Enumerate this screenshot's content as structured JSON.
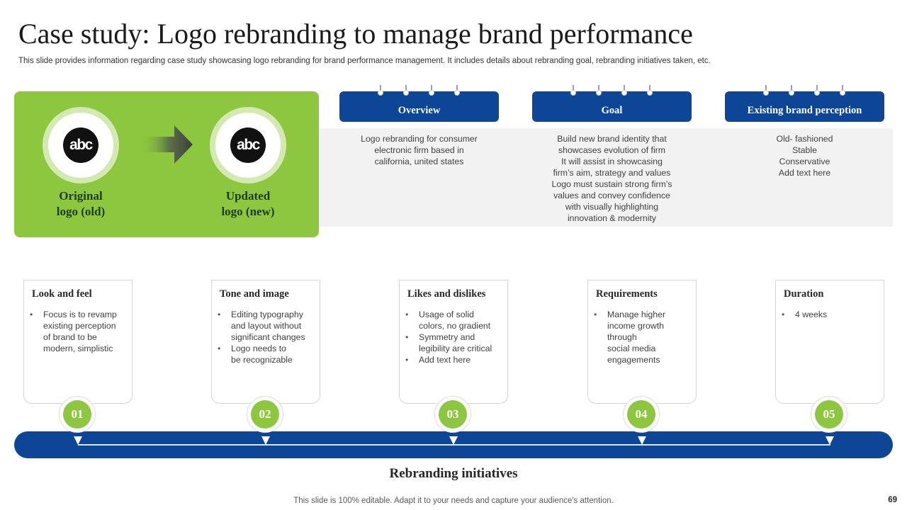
{
  "slide": {
    "title": "Case study: Logo rebranding to manage brand performance",
    "subtitle": "This slide provides information regarding case study showcasing logo rebranding for brand performance management. It includes details about rebranding goal, rebranding initiatives taken, etc.",
    "page_number": "69",
    "footer": "This slide is 100% editable. Adapt it to your needs and capture your audience's attention."
  },
  "logos": {
    "old_logo_text": "abc",
    "new_logo_text": "abc",
    "old_caption": [
      "Original",
      "logo (old)"
    ],
    "new_caption": [
      "Updated",
      "logo (new)"
    ]
  },
  "info": [
    {
      "header": "Overview",
      "lines": [
        "Logo rebranding for consumer",
        "electronic firm based in",
        "california, united states"
      ]
    },
    {
      "header": "Goal",
      "lines": [
        "Build new brand identity that",
        "showcases evolution of firm",
        "It will assist in showcasing",
        "firm’s aim, strategy and values",
        "Logo must sustain strong firm’s",
        "values and convey confidence",
        "with visually highlighting",
        "innovation & modernity"
      ]
    },
    {
      "header": "Existing brand perception",
      "lines": [
        "Old- fashioned",
        "Stable",
        "Conservative",
        "Add text here"
      ]
    }
  ],
  "initiatives": {
    "label": "Rebranding initiatives",
    "cards": [
      {
        "number": "01",
        "title": "Look and feel",
        "bullets": [
          [
            "Focus is to revamp",
            "existing perception",
            "of brand to be",
            "modern, simplistic"
          ]
        ]
      },
      {
        "number": "02",
        "title": "Tone and image",
        "bullets": [
          [
            "Editing typography",
            "and layout without",
            "significant changes"
          ],
          [
            "Logo needs to",
            "be recognizable"
          ]
        ]
      },
      {
        "number": "03",
        "title": "Likes and dislikes",
        "bullets": [
          [
            "Usage of solid",
            "colors, no gradient"
          ],
          [
            "Symmetry and",
            "legibility are critical"
          ],
          [
            "Add text here"
          ]
        ]
      },
      {
        "number": "04",
        "title": "Requirements",
        "bullets": [
          [
            "Manage higher",
            "income growth",
            "through",
            "social media",
            "engagements"
          ]
        ]
      },
      {
        "number": "05",
        "title": "Duration",
        "bullets": [
          [
            "4 weeks"
          ]
        ]
      }
    ]
  },
  "colors": {
    "green": "#8dc63f",
    "blue": "#0d4597",
    "band": "#f2f2f2"
  },
  "icons": {
    "transition": "arrow-right-icon"
  }
}
